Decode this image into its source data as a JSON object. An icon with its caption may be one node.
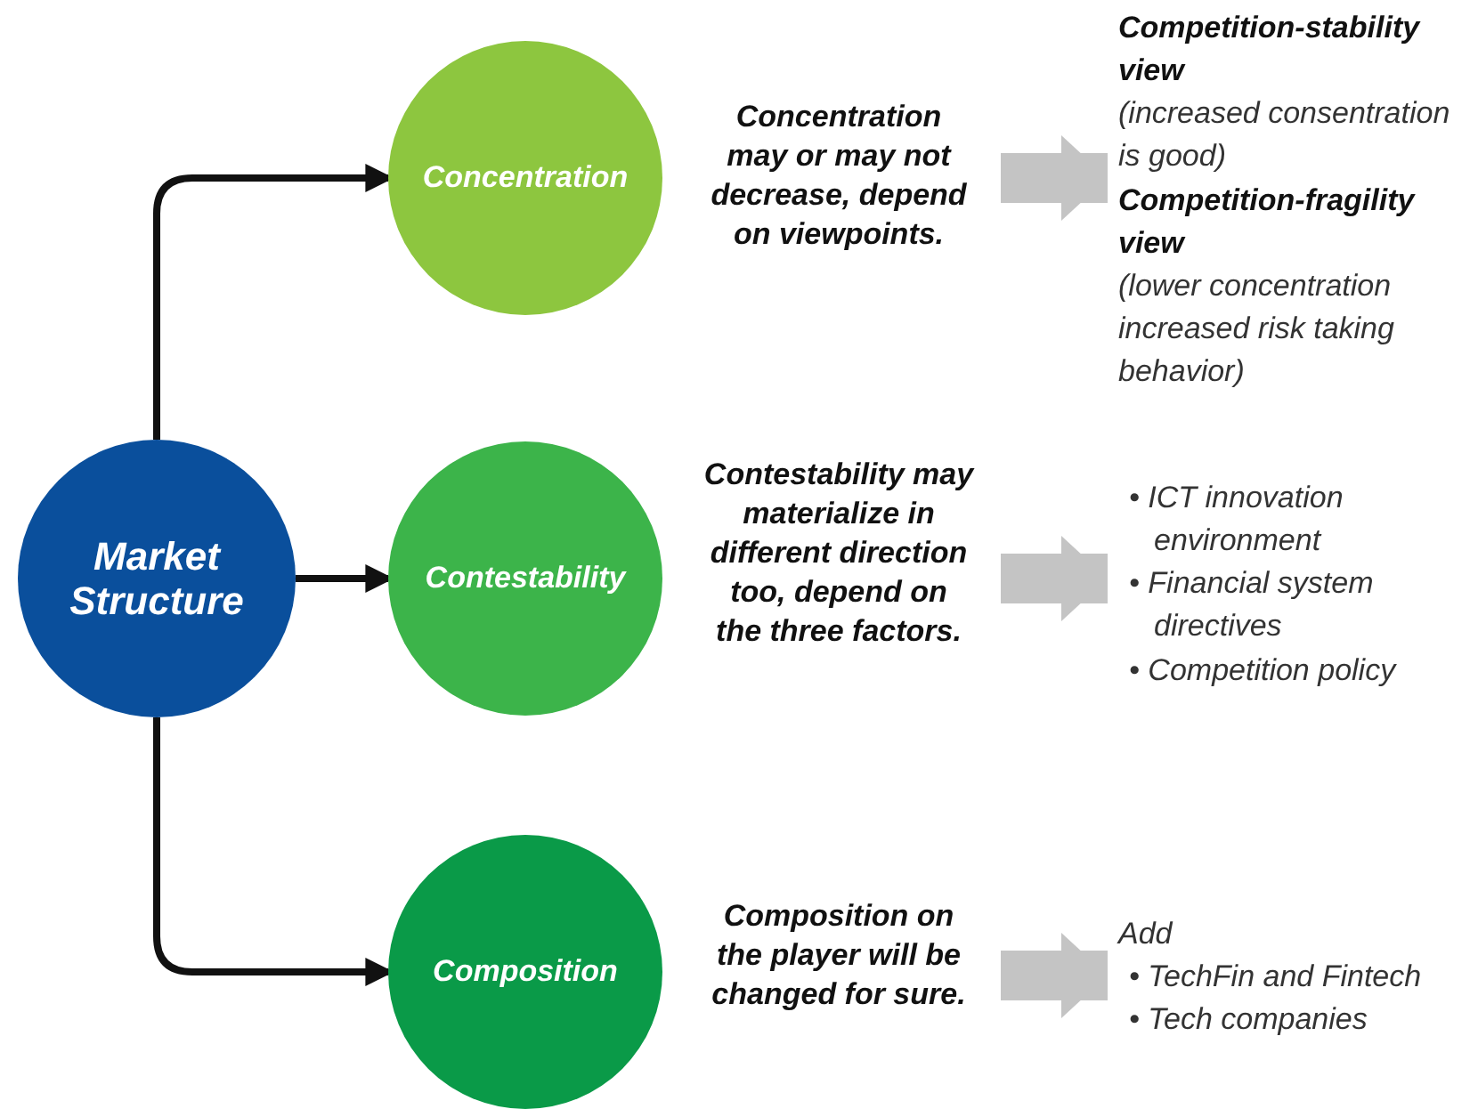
{
  "diagram": {
    "nodes": [
      {
        "text": [
          "Market Structure"
        ]
      },
      {
        "text": [
          "Concentration"
        ]
      },
      {
        "text": [
          "Contestability"
        ]
      },
      {
        "text": [
          "Composition"
        ]
      },
      {
        "text": [
          "Concentration may or may not decrease, depend on viewpoints."
        ]
      },
      {
        "text": [
          "Competition-stability view",
          "(increased consentration is good)",
          "Competition-fragility view",
          "(lower concentration increased risk taking behavior)"
        ]
      },
      {
        "text": [
          "Contestability may materialize in different direction too, depend on the three factors."
        ]
      },
      {
        "text": [
          "• ICT innovation environment",
          "• Financial system directives",
          "• Competition policy"
        ]
      },
      {
        "text": [
          "Composition on the player will be changed for sure."
        ]
      },
      {
        "text": [
          "Add",
          "• TechFin and Fintech",
          "• Tech companies"
        ]
      }
    ],
    "edges": [
      {
        "from": 0,
        "to": 1,
        "arrow": "to"
      },
      {
        "from": 0,
        "to": 2,
        "arrow": "to"
      },
      {
        "from": 0,
        "to": 3,
        "arrow": "to"
      },
      {
        "from": 4,
        "to": 5,
        "arrow": "to",
        "style": "thick",
        "color": "#c4c4c4"
      },
      {
        "from": 6,
        "to": 7,
        "arrow": "to",
        "style": "thick",
        "color": "#c4c4c4"
      },
      {
        "from": 8,
        "to": 9,
        "arrow": "to",
        "style": "thick",
        "color": "#c4c4c4"
      }
    ]
  }
}
